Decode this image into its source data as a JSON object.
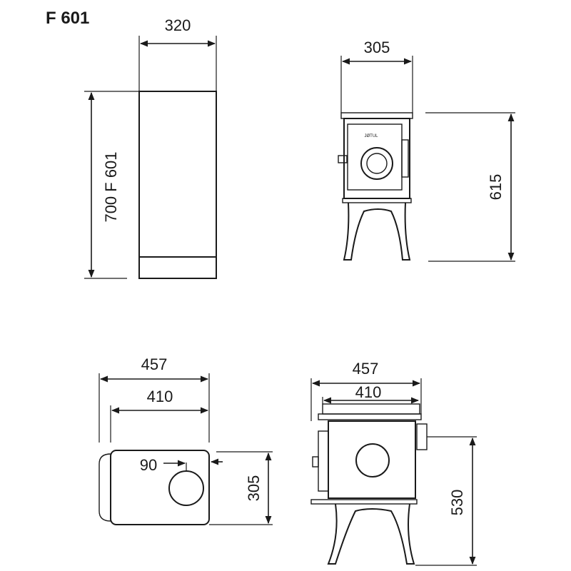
{
  "title": "F 601",
  "views": {
    "column": {
      "width_label": "320",
      "height_label": "700 F 601"
    },
    "front": {
      "width_label": "305",
      "height_label": "615",
      "logo_text": "JØTUL"
    },
    "top": {
      "outer_label": "457",
      "inner_label": "410",
      "flue_label": "90",
      "depth_label": "305"
    },
    "side": {
      "outer_label": "457",
      "inner_label": "410",
      "height_label": "530"
    }
  }
}
